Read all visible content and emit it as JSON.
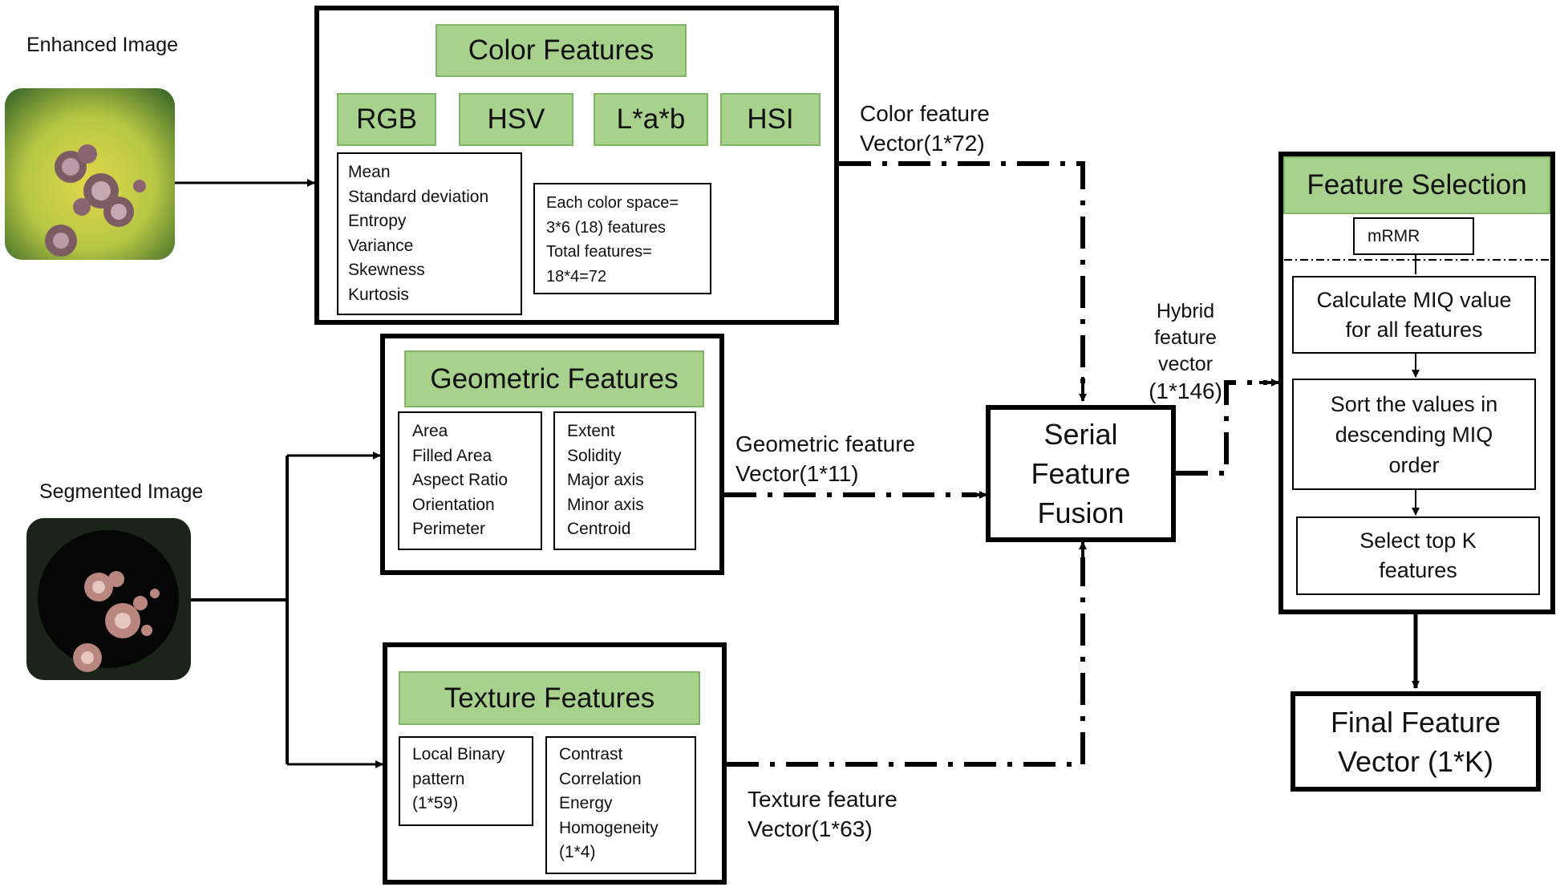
{
  "images": {
    "enhanced": {
      "label": "Enhanced Image"
    },
    "segmented": {
      "label": "Segmented Image"
    }
  },
  "color": {
    "title": "Color Features",
    "spaces": [
      "RGB",
      "HSV",
      "L*a*b",
      "HSI"
    ],
    "stats": [
      "Mean",
      "Standard deviation",
      "Entropy",
      "Variance",
      "Skewness",
      "Kurtosis"
    ],
    "note": [
      "Each color space=",
      "3*6 (18) features",
      "Total features=",
      "18*4=72"
    ],
    "vector_label": [
      "Color feature",
      "Vector(1*72)"
    ]
  },
  "geometric": {
    "title": "Geometric Features",
    "left": [
      "Area",
      "Filled Area",
      "Aspect Ratio",
      "Orientation",
      "Perimeter"
    ],
    "right": [
      "Extent",
      "Solidity",
      "Major axis",
      "Minor axis",
      "Centroid"
    ],
    "vector_label": [
      "Geometric feature",
      "Vector(1*11)"
    ]
  },
  "texture": {
    "title": "Texture Features",
    "left": [
      "Local Binary",
      "pattern",
      "(1*59)"
    ],
    "right": [
      "Contrast",
      "Correlation",
      "Energy",
      "Homogeneity",
      "(1*4)"
    ],
    "vector_label": [
      "Texture feature",
      "Vector(1*63)"
    ]
  },
  "fusion": {
    "lines": [
      "Serial",
      "Feature",
      "Fusion"
    ],
    "hybrid_label": [
      "Hybrid",
      "feature",
      "vector",
      "(1*146)"
    ]
  },
  "selection": {
    "title": "Feature Selection",
    "method": "mRMR",
    "steps": [
      [
        "Calculate MIQ value",
        "for all features"
      ],
      [
        "Sort the values in",
        "descending MIQ",
        "order"
      ],
      [
        "Select top K",
        "features"
      ]
    ]
  },
  "final": {
    "lines": [
      "Final Feature",
      "Vector (1*K)"
    ]
  },
  "colors": {
    "green_fill": "#a9d18e",
    "green_border": "#7fb565",
    "leaf_yellow": "#c8c84a",
    "lesion": "#9b6f6f"
  }
}
